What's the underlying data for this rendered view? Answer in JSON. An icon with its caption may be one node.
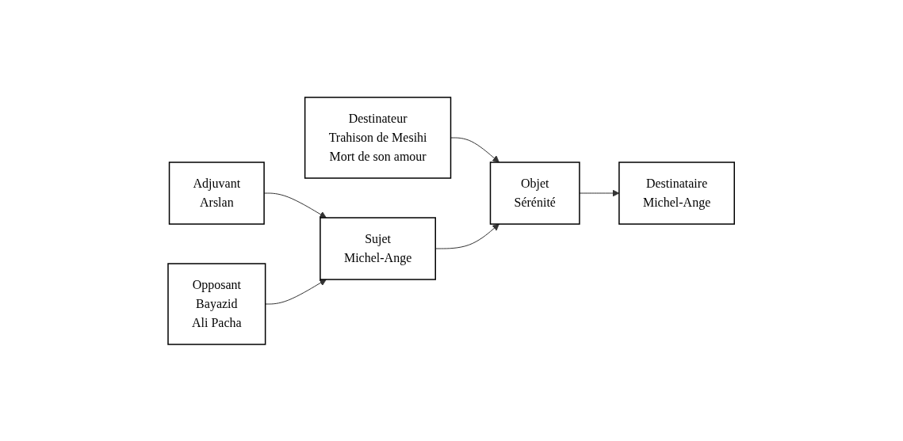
{
  "diagram": {
    "nodes": [
      {
        "text": [
          "Destinateur",
          "Trahison de Mesihi",
          "Mort de son amour"
        ]
      },
      {
        "text": [
          "Objet",
          "Sérénité"
        ]
      },
      {
        "text": [
          "Destinataire",
          "Michel-Ange"
        ]
      },
      {
        "text": [
          "Adjuvant",
          "Arslan"
        ]
      },
      {
        "text": [
          "Sujet",
          "Michel-Ange"
        ]
      },
      {
        "text": [
          "Opposant",
          "Bayazid",
          "Ali Pacha"
        ]
      }
    ],
    "edges": [
      {
        "from": 0,
        "to": 1,
        "arrow": "to"
      },
      {
        "from": 1,
        "to": 2,
        "arrow": "to"
      },
      {
        "from": 4,
        "to": 1,
        "arrow": "to"
      },
      {
        "from": 3,
        "to": 4,
        "arrow": "to"
      },
      {
        "from": 5,
        "to": 4,
        "arrow": "to"
      }
    ]
  }
}
